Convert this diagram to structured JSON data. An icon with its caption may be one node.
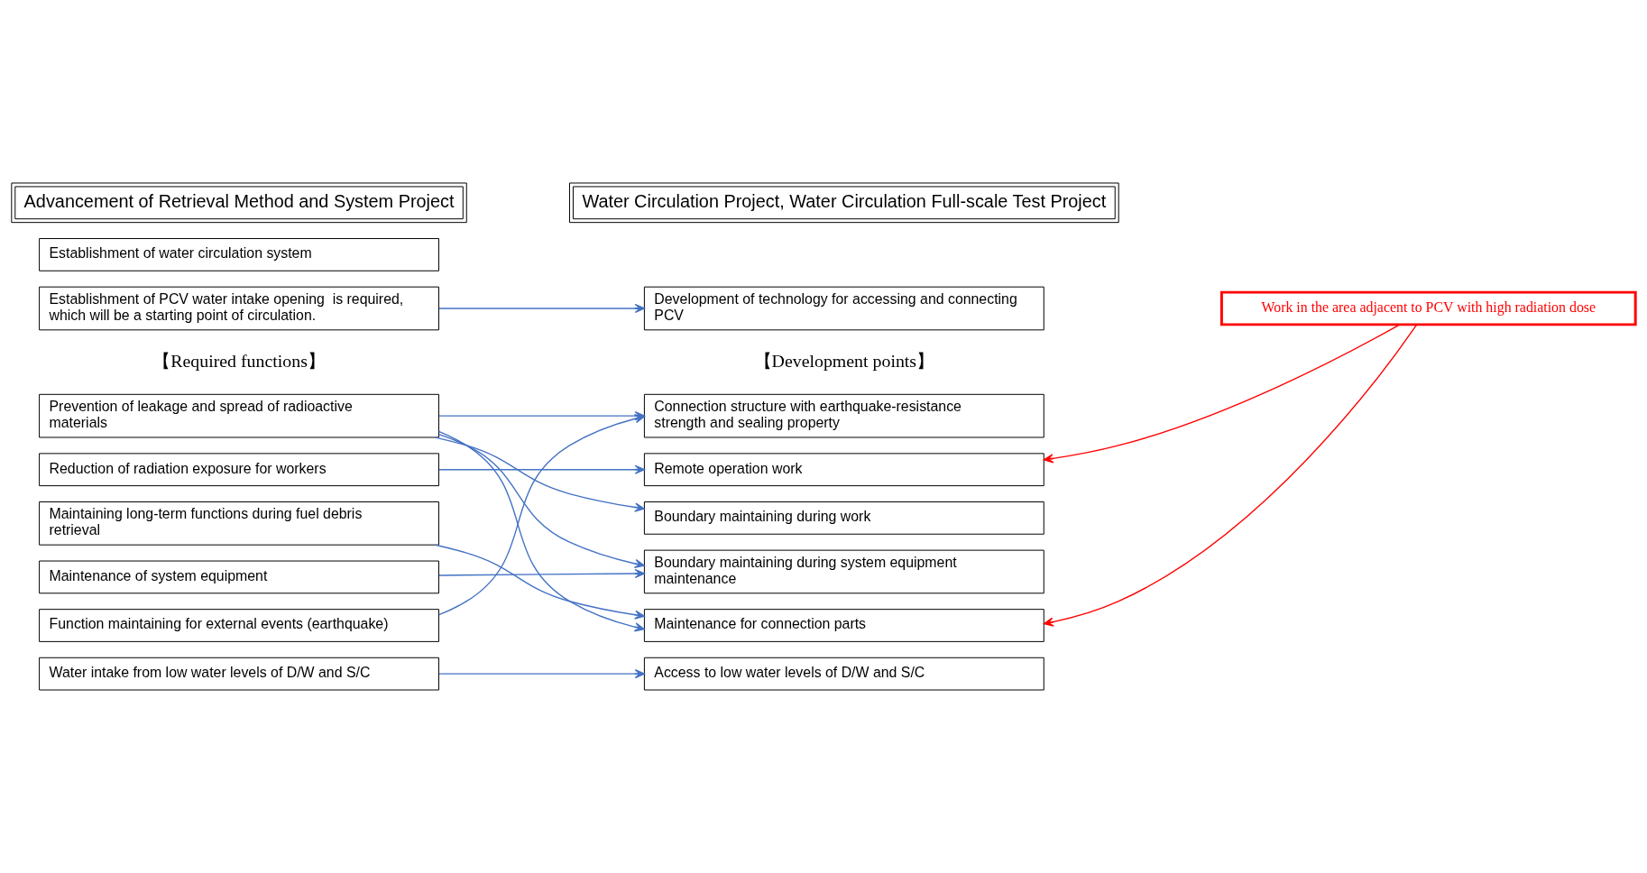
{
  "diagram": {
    "nodes": [
      {
        "text": [
          "Advancement of Retrieval Method and System Project"
        ]
      },
      {
        "text": [
          "Water Circulation Project, Water Circulation Full-scale Test Project"
        ]
      },
      {
        "text": [
          "Establishment of water circulation system"
        ]
      },
      {
        "text": [
          "Establishment of PCV water intake opening  is required, which will be a starting point of circulation."
        ]
      },
      {
        "text": [
          "Development of technology for accessing and connecting PCV"
        ]
      },
      {
        "text": [
          "Work in the area adjacent to PCV with high radiation dose"
        ]
      },
      {
        "text": [
          "Prevention of leakage and spread of radioactive materials"
        ]
      },
      {
        "text": [
          "Reduction of radiation exposure for workers"
        ]
      },
      {
        "text": [
          "Maintaining long-term functions during fuel debris retrieval"
        ]
      },
      {
        "text": [
          "Maintenance of system equipment"
        ]
      },
      {
        "text": [
          "Function maintaining for external events (earthquake)"
        ]
      },
      {
        "text": [
          "Water intake from low water levels of D/W and S/C"
        ]
      },
      {
        "text": [
          "Connection structure with earthquake-resistance strength and sealing property"
        ]
      },
      {
        "text": [
          "Remote operation work"
        ]
      },
      {
        "text": [
          "Boundary maintaining during work"
        ]
      },
      {
        "text": [
          "Boundary maintaining during system equipment maintenance"
        ]
      },
      {
        "text": [
          "Maintenance for connection parts"
        ]
      },
      {
        "text": [
          "Access to low water levels of D/W and S/C"
        ]
      }
    ],
    "edges": [
      {
        "from": 3,
        "to": 4,
        "arrow": "to"
      },
      {
        "from": 6,
        "to": 12,
        "arrow": "to"
      },
      {
        "from": 6,
        "to": 14,
        "arrow": "to"
      },
      {
        "from": 6,
        "to": 15,
        "arrow": "to"
      },
      {
        "from": 6,
        "to": 16,
        "arrow": "to"
      },
      {
        "from": 7,
        "to": 13,
        "arrow": "to"
      },
      {
        "from": 8,
        "to": 16,
        "arrow": "to"
      },
      {
        "from": 9,
        "to": 15,
        "arrow": "to"
      },
      {
        "from": 10,
        "to": 12,
        "arrow": "to"
      },
      {
        "from": 11,
        "to": 17,
        "arrow": "to"
      },
      {
        "from": 5,
        "to": 13,
        "arrow": "to",
        "color": "#ff0000"
      },
      {
        "from": 5,
        "to": 16,
        "arrow": "to",
        "color": "#ff0000"
      }
    ],
    "labels": [
      "【Required functions】",
      "【Development points】"
    ]
  }
}
